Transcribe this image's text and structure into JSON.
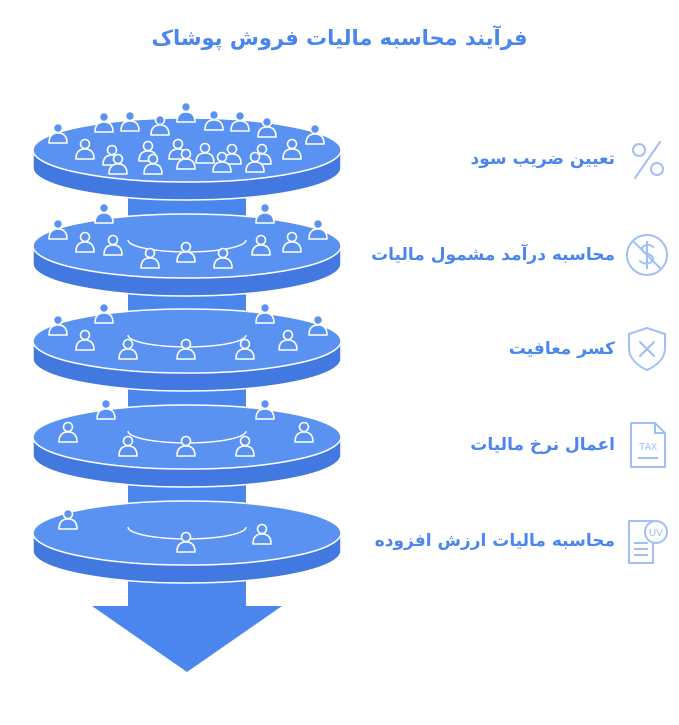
{
  "title": "فرآیند محاسبه مالیات فروش پوشاک",
  "colors": {
    "accent": "#4a86ee",
    "disc_top": "#5a92f2",
    "disc_side": "#4179e0",
    "outline": "#ffffff",
    "icon_stroke": "#9fc0f5"
  },
  "steps": [
    {
      "label": "تعیین ضریب سود",
      "icon": "percent-icon"
    },
    {
      "label": "محاسبه درآمد مشمول مالیات",
      "icon": "no-dollar-icon"
    },
    {
      "label": "کسر معافیت",
      "icon": "shield-x-icon"
    },
    {
      "label": "اعمال نرخ مالیات",
      "icon": "tax-document-icon",
      "icon_text": "TAX"
    },
    {
      "label": "محاسبه مالیات ارزش افزوده",
      "icon": "vat-invoice-icon",
      "icon_text": "UV"
    }
  ]
}
